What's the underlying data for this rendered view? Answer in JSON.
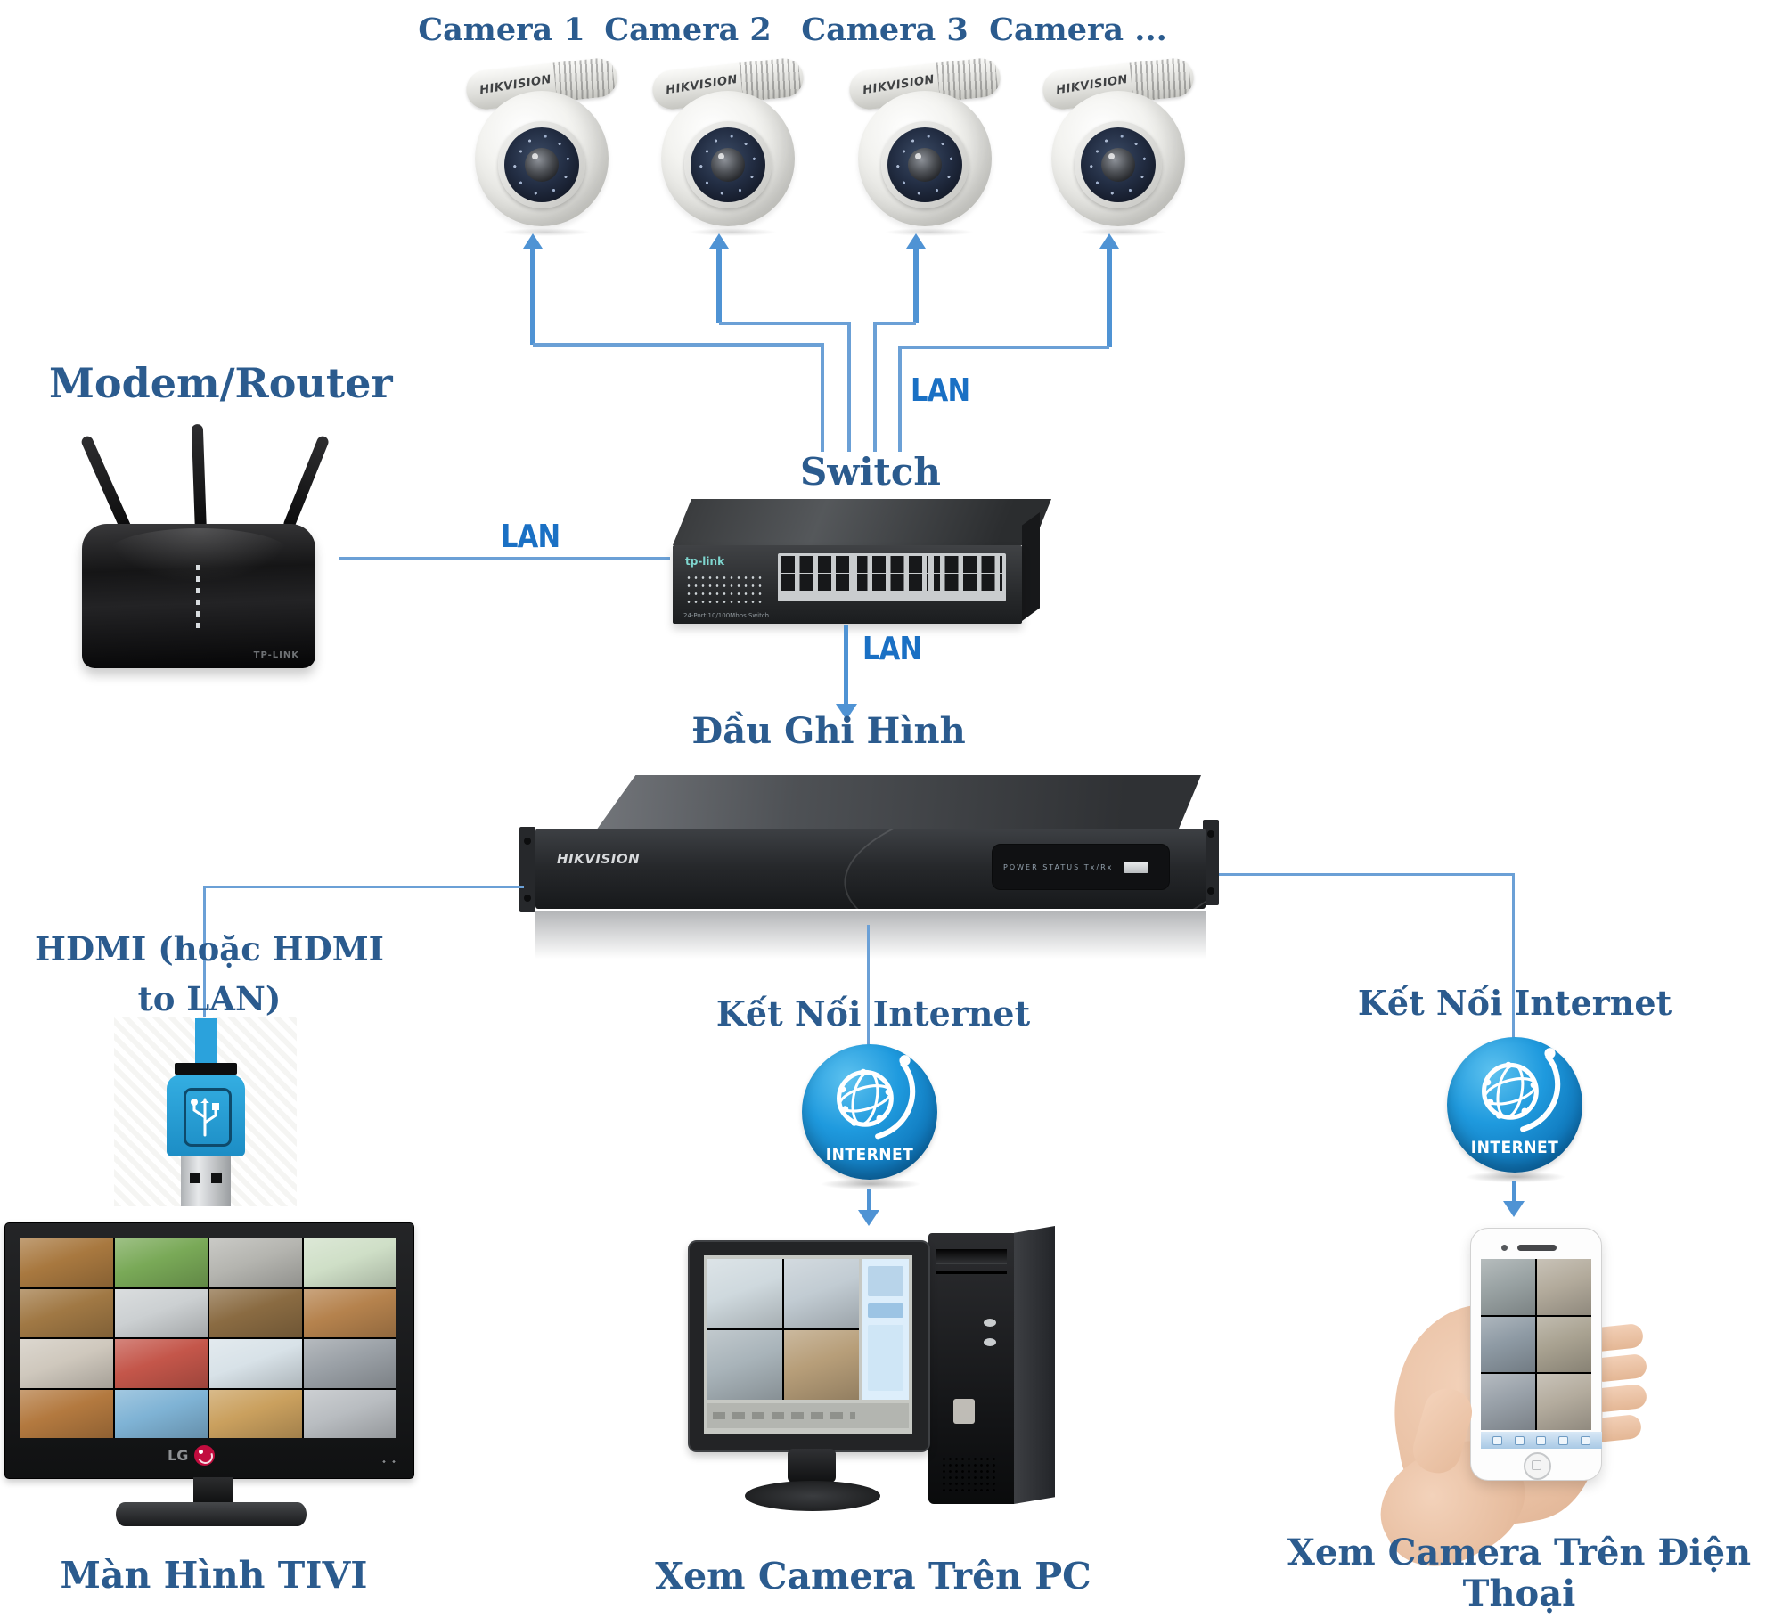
{
  "colors": {
    "heading": "#2b5b8e",
    "lan_blue": "#1a70c4",
    "line": "#6ba0d6",
    "arrow": "#4f93d4",
    "internet_blue": "#1590d7"
  },
  "cameras": {
    "brand": "HIKVISION",
    "labels": [
      "Camera 1",
      "Camera 2",
      "Camera 3",
      "Camera ..."
    ]
  },
  "router": {
    "label": "Modem/Router",
    "brand": "TP-LINK"
  },
  "switch_group": {
    "label": "Switch",
    "brand": "tp-link",
    "subtext": "24-Port 10/100Mbps Switch",
    "lan_left": "LAN",
    "lan_top": "LAN",
    "lan_down": "LAN"
  },
  "dvr": {
    "label": "Đầu Ghi Hình",
    "brand": "HIKVISION",
    "panel_text": "POWER  STATUS  Tx/Rx"
  },
  "tv": {
    "hdmi_line1": "HDMI (hoặc HDMI",
    "hdmi_line2": "to LAN)",
    "label": "Màn Hình TIVI",
    "brand": "LG",
    "tiles": [
      "#a8783f",
      "#79a957",
      "#b5b5b0",
      "#cfdfc7",
      "#a07844",
      "#ccd0d2",
      "#8a6b42",
      "#b5824d",
      "#cfc8bd",
      "#c4564a",
      "#d8e2e8",
      "#9aa0a6",
      "#b3793f",
      "#7fb3d5",
      "#caa05e",
      "#b9bdc1"
    ]
  },
  "pc": {
    "connect_label": "Kết Nối Internet",
    "internet_text": "INTERNET",
    "label": "Xem Camera Trên PC",
    "tiles": [
      "#cfd9de",
      "#c2ccd3",
      "#a9b4ba",
      "#b79e79"
    ]
  },
  "phone": {
    "connect_label": "Kết Nối Internet",
    "internet_text": "INTERNET",
    "label": "Xem Camera Trên Điện Thoại",
    "tiles": [
      "#9aa3a4",
      "#b3ab9c",
      "#8e9aa4",
      "#a9a291",
      "#99a1a9",
      "#b4ac9e"
    ]
  }
}
